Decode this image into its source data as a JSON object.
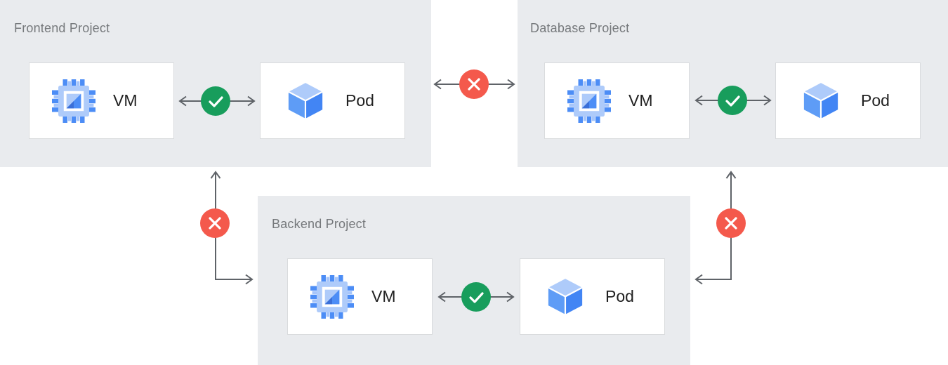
{
  "projects": [
    {
      "id": "frontend",
      "title": "Frontend Project",
      "nodes": [
        {
          "type": "vm",
          "label": "VM"
        },
        {
          "type": "pod",
          "label": "Pod"
        }
      ],
      "internal_connection": {
        "between": [
          "VM",
          "Pod"
        ],
        "status": "allowed"
      }
    },
    {
      "id": "database",
      "title": "Database Project",
      "nodes": [
        {
          "type": "vm",
          "label": "VM"
        },
        {
          "type": "pod",
          "label": "Pod"
        }
      ],
      "internal_connection": {
        "between": [
          "VM",
          "Pod"
        ],
        "status": "allowed"
      }
    },
    {
      "id": "backend",
      "title": "Backend Project",
      "nodes": [
        {
          "type": "vm",
          "label": "VM"
        },
        {
          "type": "pod",
          "label": "Pod"
        }
      ],
      "internal_connection": {
        "between": [
          "VM",
          "Pod"
        ],
        "status": "allowed"
      }
    }
  ],
  "cross_project_connections": [
    {
      "from": "Frontend Project",
      "to": "Database Project",
      "status": "blocked"
    },
    {
      "from": "Frontend Project",
      "to": "Backend Project",
      "status": "blocked"
    },
    {
      "from": "Database Project",
      "to": "Backend Project",
      "status": "blocked"
    }
  ],
  "icons": {
    "vm": "compute-engine-chip-icon",
    "pod": "cube-icon",
    "allowed": "check-icon",
    "blocked": "x-icon"
  },
  "colors": {
    "panel_bg": "#e9ebee",
    "node_bg": "#ffffff",
    "node_border": "#d9dbdd",
    "arrow": "#5f6368",
    "allowed_green": "#189d5c",
    "blocked_red": "#f4594c",
    "title_text": "#75787b",
    "label_text": "#212121",
    "icon_blue": "#4285f4",
    "icon_blue_medium": "#5e9cf6",
    "icon_blue_light": "#aecbfa"
  }
}
